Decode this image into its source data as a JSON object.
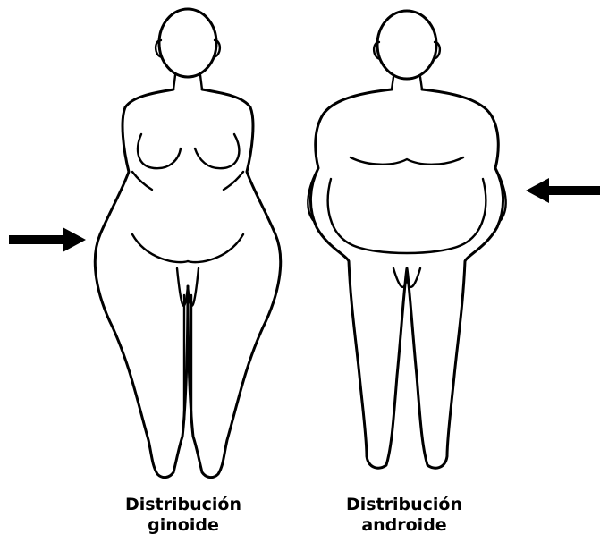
{
  "figures": [
    {
      "id": "ginoide",
      "caption_line1": "Distribución",
      "caption_line2": "ginoide"
    },
    {
      "id": "androide",
      "caption_line1": "Distribución",
      "caption_line2": "androide"
    }
  ],
  "colors": {
    "line": "#000000",
    "background": "#ffffff"
  }
}
